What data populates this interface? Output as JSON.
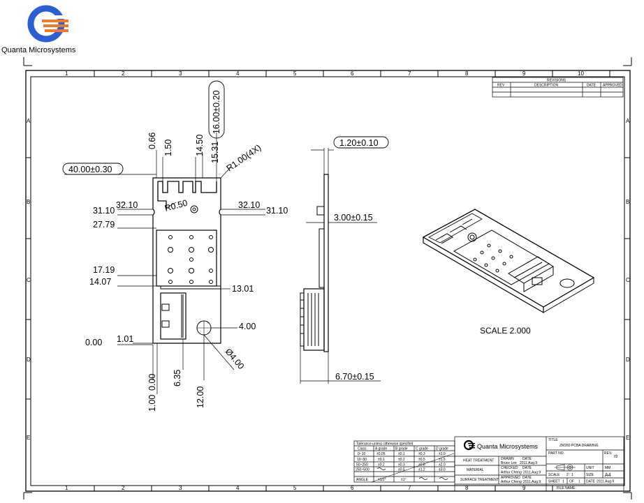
{
  "company": {
    "name": "Quanta Microsystems",
    "logo_colors": {
      "ring": "#2a5fd6",
      "bars": "#ef7a2a"
    }
  },
  "frame": {
    "columns": [
      "1",
      "2",
      "3",
      "4",
      "5",
      "6",
      "7",
      "8",
      "9",
      "10"
    ],
    "bottom_columns": [
      "1",
      "2",
      "3",
      "4",
      "5",
      "6",
      "7",
      "8",
      "9"
    ],
    "rows": [
      "A",
      "B",
      "C",
      "D",
      "E"
    ]
  },
  "revisions": {
    "title": "REVISIONS",
    "headers": [
      "REV",
      "DESCRIPTION",
      "DATE",
      "APPROVED"
    ]
  },
  "dims": {
    "d_40": "40.00±0.30",
    "d_066": "0.66",
    "d_150": "1.50",
    "d_1450": "14.50",
    "d_1531": "15.31",
    "d_16": "16.00±0.20",
    "d_r1": "R1.00(4X)",
    "d_r05": "R0.50",
    "d_3110_l": "31.10",
    "d_3210_l": "32.10",
    "d_3210_r": "32.10",
    "d_3110_r": "31.10",
    "d_2779": "27.79",
    "d_1719": "17.19",
    "d_1407": "14.07",
    "d_1301": "13.01",
    "d_400": "4.00",
    "d_phi4": "Ø4.00",
    "d_101": "1.01",
    "d_000h": "0.00",
    "d_000v": "0.00",
    "d_100": "1.00",
    "d_635": "6.35",
    "d_1200": "12.00",
    "d_120": "1.20±0.10",
    "d_300": "3.00±0.15",
    "d_670": "6.70±0.15"
  },
  "scale_note": "SCALE  2.000",
  "tolerance": {
    "title": "Tolerance unless otherwise specified",
    "headers": [
      "Class",
      "A grade",
      "B grade",
      "C grade",
      "D grade"
    ],
    "rows": [
      [
        "0~10",
        "±0.05",
        "±0.1",
        "±0.3",
        "±1.0"
      ],
      [
        "10~50",
        "±0.1",
        "±0.2",
        "±0.5",
        "±1.5"
      ],
      [
        "50~250",
        "±0.2",
        "±0.3",
        "±0.8",
        "±2.0"
      ],
      [
        "250~500",
        "",
        "±0.5",
        "±1.2",
        "±3.0"
      ],
      [
        "ANGLE",
        "±1/2°",
        "±1°",
        "",
        ""
      ]
    ]
  },
  "titleblock": {
    "title_label": "TITLE",
    "title": "ZM260 PCBA DRAWING",
    "heat_treatment": "HEAT TREATMENT",
    "material": "MATERIAL",
    "surface_treatment": "SURFACE TREATMENT",
    "drawn_label": "DRAWN",
    "drawn_by": "Bruce Lee",
    "date_label": "DATE",
    "drawn_date": "2011.Aug.9",
    "checked_label": "CHECKED",
    "checked_by": "Arthur Cheng",
    "checked_date": "2011.Aug.9",
    "approved_label": "APPROVED",
    "approved_by": "Arthur Cheng",
    "approved_date": "2011.Aug.9",
    "part_no_label": "PART NO.",
    "rev_label": "REV.",
    "rev": "02",
    "unit_label": "UNIT",
    "unit": "MM",
    "scale_label": "SCALE",
    "scale": "2 : 1",
    "size_label": "SIZE",
    "size": "A4",
    "sheet_label": "SHEET",
    "sheet": "1",
    "of_label": "OF",
    "of": "1",
    "date2_label": "DATE",
    "date2": "2011.Aug.9",
    "file_name_label": "FILE NAME:"
  }
}
